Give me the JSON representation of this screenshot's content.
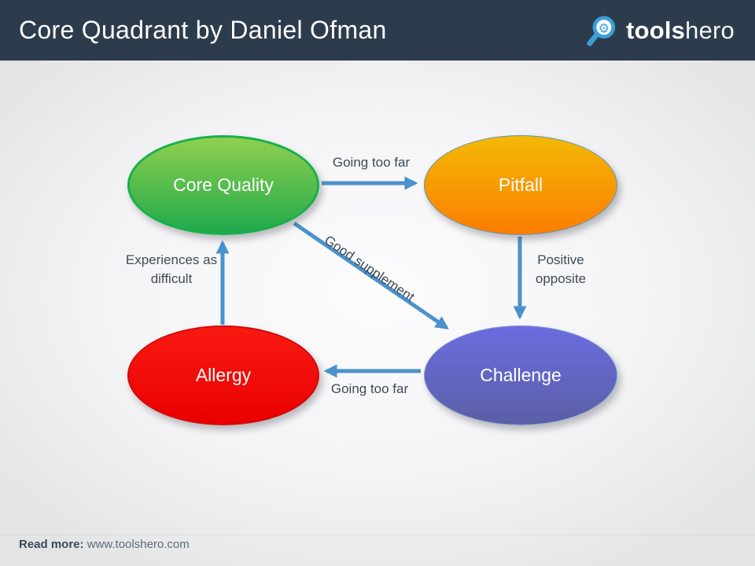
{
  "header": {
    "title": "Core Quadrant by Daniel Ofman",
    "logo": {
      "bold_part": "tools",
      "light_part": "hero",
      "icon": "magnifier-gear-icon",
      "blue": "#3b9fd8",
      "background": "#2d3c4d"
    }
  },
  "diagram": {
    "type": "core-quadrant-model",
    "arrow_color": "#4a92cc",
    "label_color": "#3e4a56",
    "nodes": [
      {
        "id": "core-quality",
        "label": "Core Quality",
        "color_top": "#8fd04f",
        "color_bottom": "#1fa94b",
        "border": "#19af4b"
      },
      {
        "id": "pitfall",
        "label": "Pitfall",
        "color_top": "#f4b906",
        "color_bottom": "#fa7d00",
        "border": "#5a93b8"
      },
      {
        "id": "allergy",
        "label": "Allergy",
        "color_top": "#f81a12",
        "color_bottom": "#e90000",
        "border": "#d10b0b"
      },
      {
        "id": "challenge",
        "label": "Challenge",
        "color_top": "#6c6ce0",
        "color_bottom": "#5a5fa5",
        "border": "#7aa0d0"
      }
    ],
    "edges": [
      {
        "id": "core-to-pitfall",
        "from": "Core Quality",
        "to": "Pitfall",
        "label": "Going too far"
      },
      {
        "id": "pitfall-to-challenge",
        "from": "Pitfall",
        "to": "Challenge",
        "label": "Positive opposite"
      },
      {
        "id": "allergy-to-core",
        "from": "Allergy",
        "to": "Core Quality",
        "label": "Experiences as difficult"
      },
      {
        "id": "core-to-challenge",
        "from": "Core Quality",
        "to": "Challenge",
        "label": "Good supplement"
      },
      {
        "id": "challenge-to-allergy",
        "from": "Challenge",
        "to": "Allergy",
        "label": "Going too far"
      }
    ]
  },
  "footer": {
    "read_more_label": "Read more:",
    "url": "www.toolshero.com"
  }
}
